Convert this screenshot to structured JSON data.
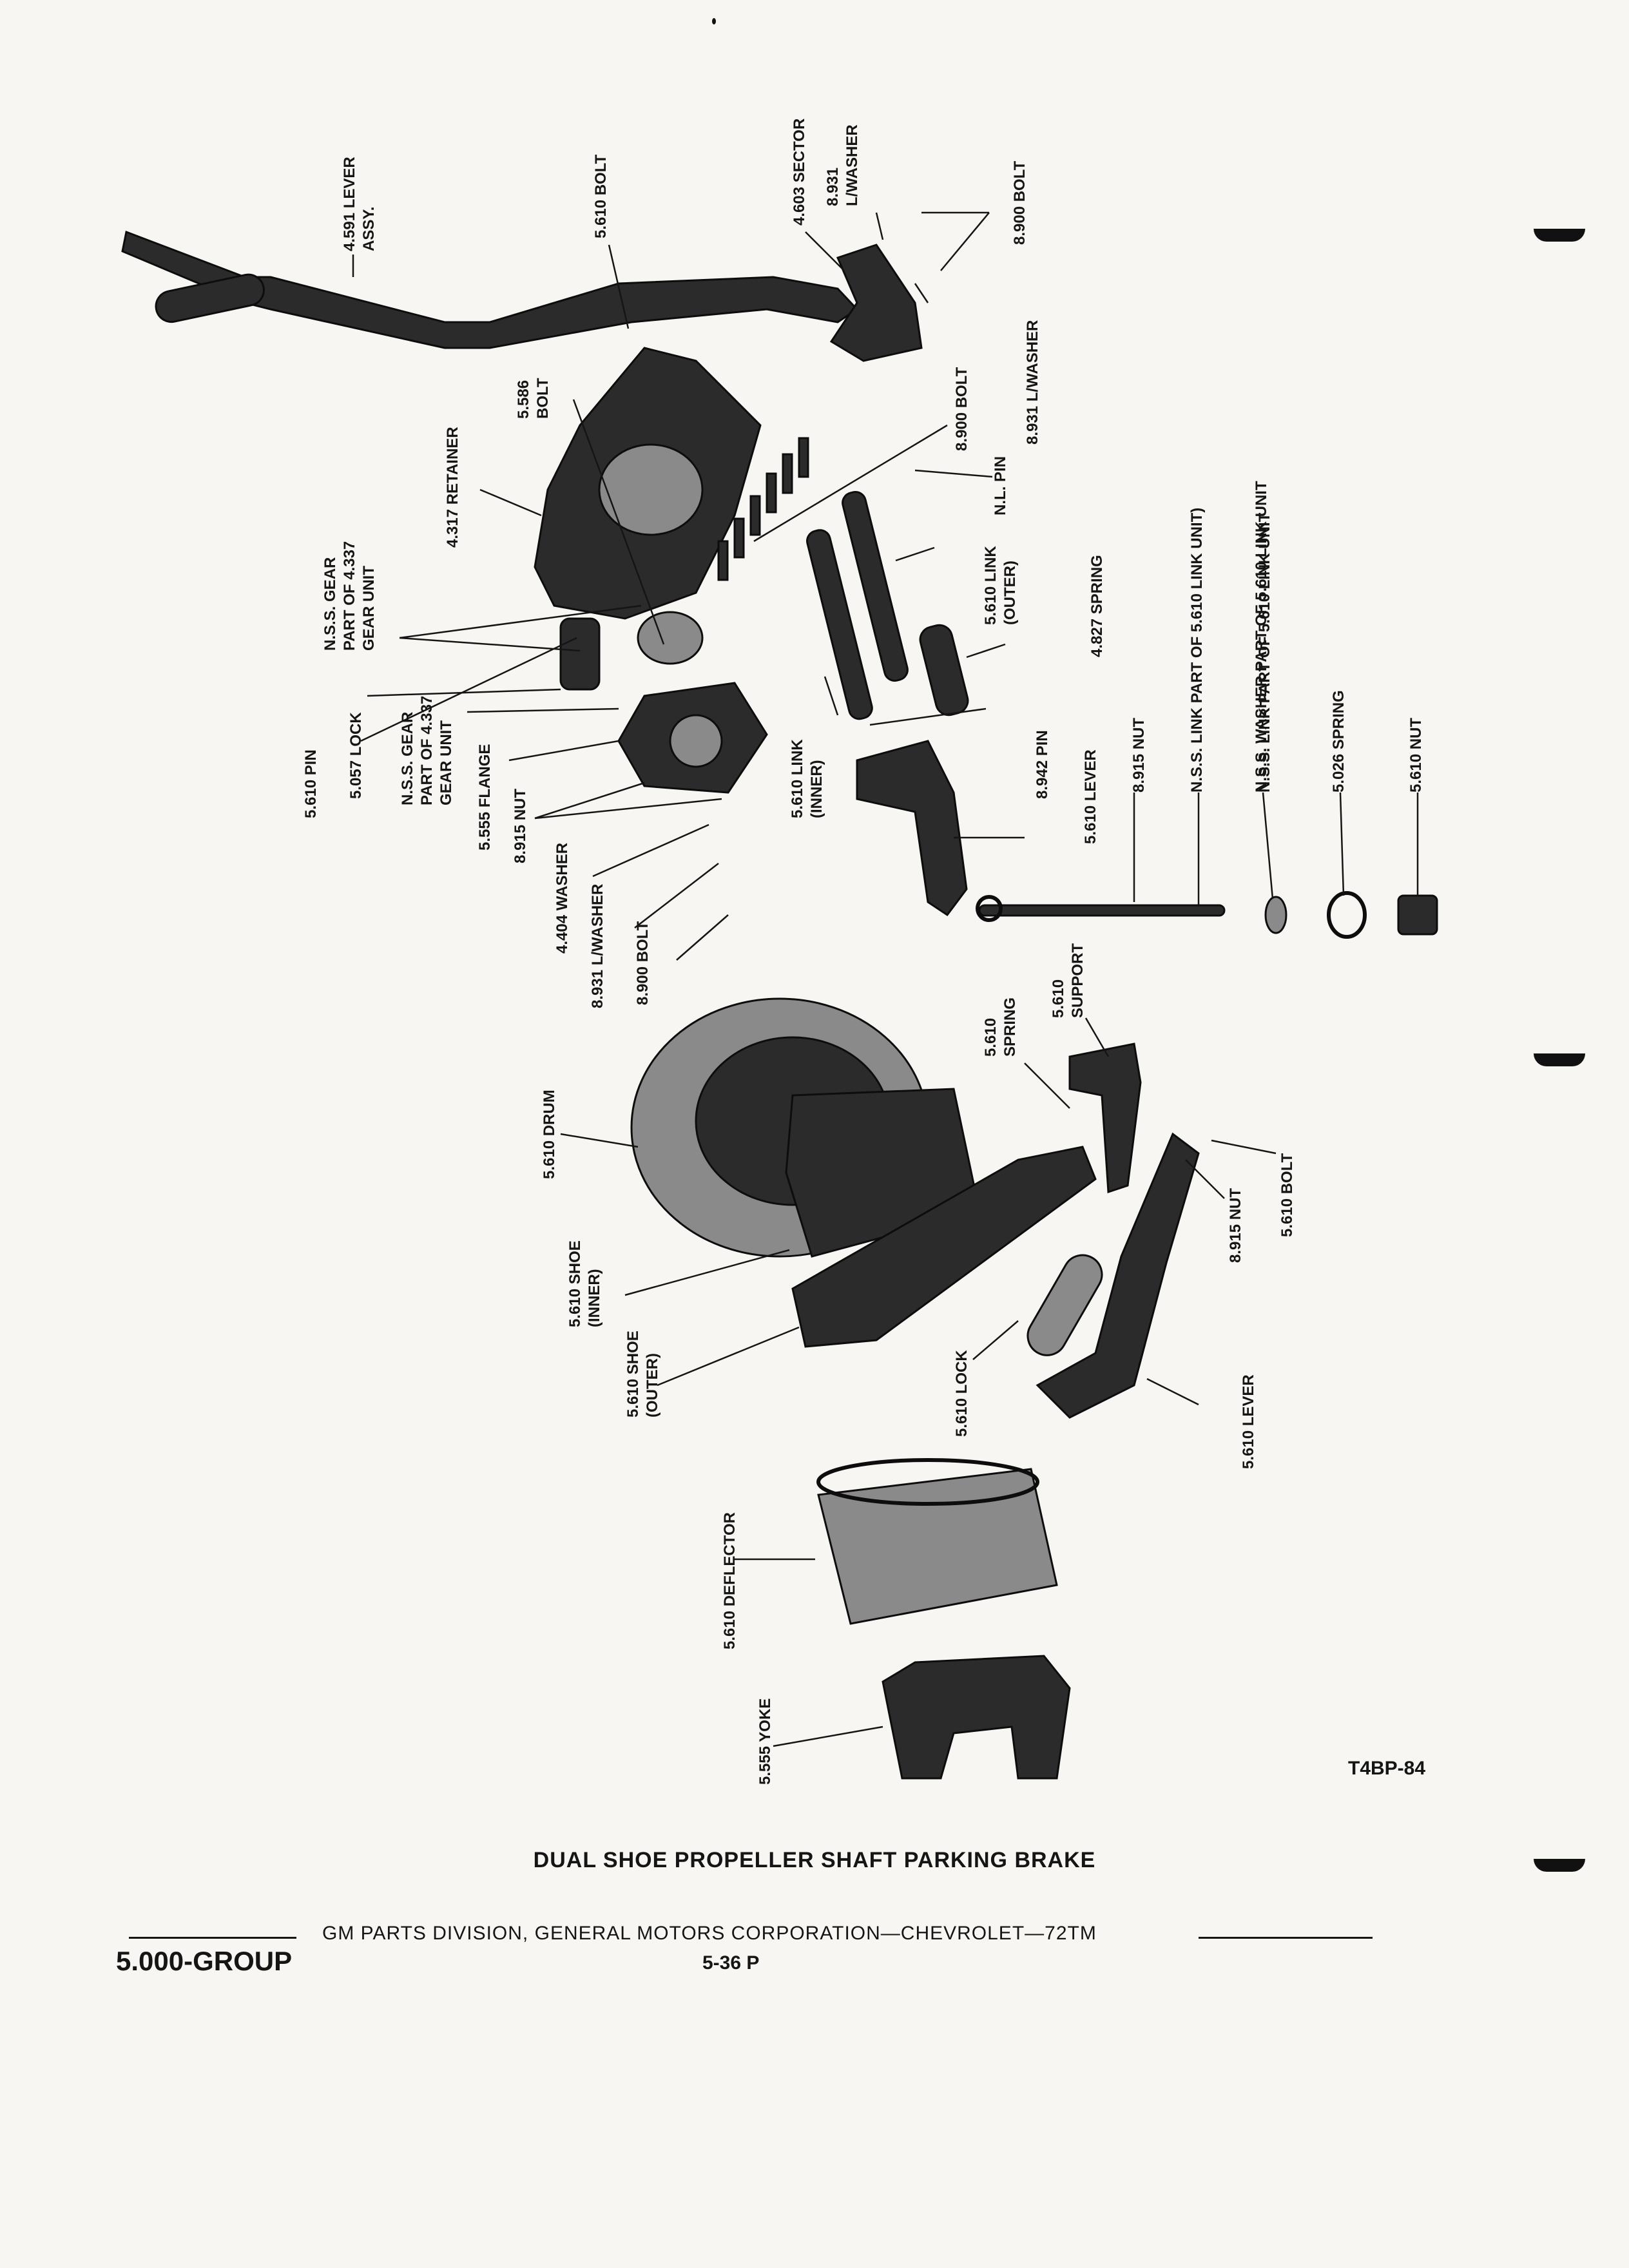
{
  "figure": {
    "id": "T4BP-84",
    "title": "DUAL SHOE PROPELLER SHAFT PARKING BRAKE"
  },
  "footer": {
    "credit": "GM PARTS DIVISION, GENERAL MOTORS CORPORATION—CHEVROLET—72TM",
    "group": "5.000-GROUP",
    "page": "5-36  P"
  },
  "callouts": {
    "lever_assy_1": "4.591 LEVER",
    "lever_assy_2": "ASSY.",
    "bolt_top": "5.610 BOLT",
    "sector": "4.603 SECTOR",
    "lwasher_top_1": "8.931",
    "lwasher_top_2": "L/WASHER",
    "bolt_900_top": "8.900 BOLT",
    "lwasher_right": "8.931 L/WASHER",
    "bolt_586_1": "5.586",
    "bolt_586_2": "BOLT",
    "bolt_900_mid": "8.900 BOLT",
    "retainer": "4.317 RETAINER",
    "nl_pin": "N.L. PIN",
    "nss_gear_a_1": "N.S.S. GEAR",
    "nss_gear_a_2": "PART OF 4.337",
    "nss_gear_a_3": "GEAR UNIT",
    "link_outer_1": "5.610 LINK",
    "link_outer_2": "(OUTER)",
    "spring_827": "4.827 SPRING",
    "nss_link": "N.S.S. LINK  PART OF 5.610 LINK UNIT)",
    "nss_link_unit": "N.S.S. LINK PART OF 5.610 LINK UNIT",
    "pin_610": "5.610 PIN",
    "lock_057": "5.057 LOCK",
    "nss_gear_b_1": "N.S.S. GEAR",
    "nss_gear_b_2": "PART OF 4.337",
    "nss_gear_b_3": "GEAR UNIT",
    "flange": "5.555 FLANGE",
    "nut_915_left": "8.915 NUT",
    "link_inner_1": "5.610 LINK",
    "link_inner_2": "(INNER)",
    "pin_942": "8.942 PIN",
    "lever_610_mid": "5.610 LEVER",
    "nut_915_right": "8.915 NUT",
    "nss_washer": "N.S.S. WASHER  PART OF 5.610 LINK UNIT",
    "spring_026": "5.026 SPRING",
    "nut_610": "5.610 NUT",
    "washer_404": "4.404 WASHER",
    "lwasher_931_low": "8.931 L/WASHER",
    "bolt_900_low": "8.900 BOLT",
    "spring_610_1": "5.610",
    "spring_610_2": "SPRING",
    "support_1": "5.610",
    "support_2": "SUPPORT",
    "drum": "5.610 DRUM",
    "shoe_inner_1": "5.610 SHOE",
    "shoe_inner_2": "(INNER)",
    "shoe_outer_1": "5.610 SHOE",
    "shoe_outer_2": "(OUTER)",
    "nut_915_lower": "8.915 NUT",
    "bolt_610_lower": "5.610 BOLT",
    "lock_610": "5.610 LOCK",
    "lever_610_low": "5.610 LEVER",
    "deflector": "5.610 DEFLECTOR",
    "yoke": "5.555 YOKE"
  }
}
